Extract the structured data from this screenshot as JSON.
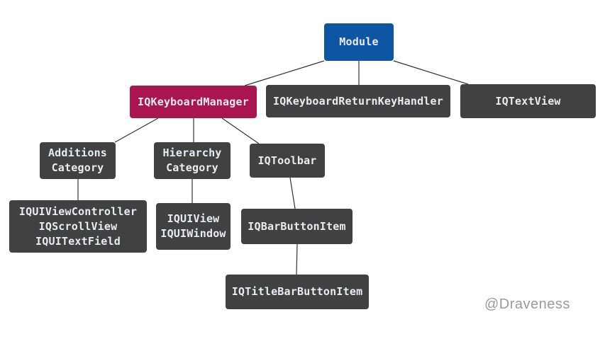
{
  "diagram": {
    "nodes": [
      {
        "id": "module",
        "label": "Module",
        "color_role": "blue"
      },
      {
        "id": "iqkeyboardmanager",
        "label": "IQKeyboardManager",
        "color_role": "magenta"
      },
      {
        "id": "iqkeyboardreturnkeyhandler",
        "label": "IQKeyboardReturnKeyHandler",
        "color_role": "gray"
      },
      {
        "id": "iqtextview",
        "label": "IQTextView",
        "color_role": "gray"
      },
      {
        "id": "additions-category",
        "label": "Additions\nCategory",
        "color_role": "gray"
      },
      {
        "id": "hierarchy-category",
        "label": "Hierarchy\nCategory",
        "color_role": "gray"
      },
      {
        "id": "iqtoolbar",
        "label": "IQToolbar",
        "color_role": "gray"
      },
      {
        "id": "additions-classes",
        "label": "IQUIViewController\nIQScrollView\nIQUITextField",
        "color_role": "gray"
      },
      {
        "id": "hierarchy-classes",
        "label": "IQUIView\nIQUIWindow",
        "color_role": "gray"
      },
      {
        "id": "iqbarbuttonitem",
        "label": "IQBarButtonItem",
        "color_role": "gray"
      },
      {
        "id": "iqtitlebarbuttonitem",
        "label": "IQTitleBarButtonItem",
        "color_role": "gray"
      }
    ],
    "edges": [
      {
        "from": "module",
        "to": "iqkeyboardmanager"
      },
      {
        "from": "module",
        "to": "iqkeyboardreturnkeyhandler"
      },
      {
        "from": "module",
        "to": "iqtextview"
      },
      {
        "from": "iqkeyboardmanager",
        "to": "additions-category"
      },
      {
        "from": "iqkeyboardmanager",
        "to": "hierarchy-category"
      },
      {
        "from": "iqkeyboardmanager",
        "to": "iqtoolbar"
      },
      {
        "from": "additions-category",
        "to": "additions-classes"
      },
      {
        "from": "hierarchy-category",
        "to": "hierarchy-classes"
      },
      {
        "from": "iqtoolbar",
        "to": "iqbarbuttonitem"
      },
      {
        "from": "iqbarbuttonitem",
        "to": "iqtitlebarbuttonitem"
      }
    ]
  },
  "colors": {
    "node_blue": "#0e56a4",
    "node_magenta": "#a8154f",
    "node_gray": "#414141",
    "node_text": "#e8ecf2",
    "edge_line": "#333333",
    "watermark_gray": "#9b9b9b",
    "background": "#ffffff"
  },
  "watermark": {
    "text": "@Draveness"
  }
}
